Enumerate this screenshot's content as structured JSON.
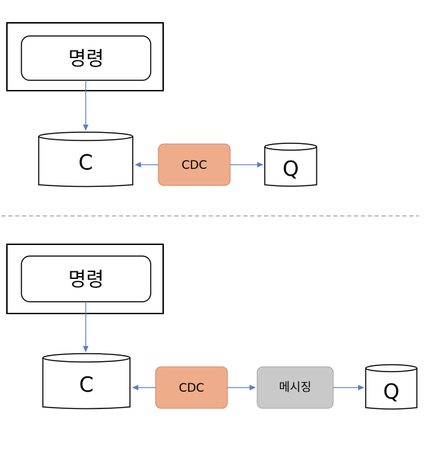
{
  "colors": {
    "arrow": "#5b7fc4",
    "cdc_fill": "#efac8a",
    "cdc_stroke": "#c98a68",
    "messaging_fill": "#c9c9c9",
    "messaging_stroke": "#a4a4a4",
    "divider": "#aaaaaa",
    "outline": "#000000"
  },
  "top": {
    "command_label": "명령",
    "command_db_label": "C",
    "cdc_label": "CDC",
    "query_db_label": "Q"
  },
  "bottom": {
    "command_label": "명령",
    "command_db_label": "C",
    "cdc_label": "CDC",
    "messaging_label": "메시징",
    "query_db_label": "Q"
  }
}
